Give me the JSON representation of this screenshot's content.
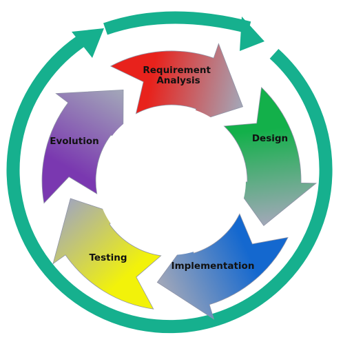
{
  "diagram": {
    "type": "cycle",
    "stages": [
      {
        "label_lines": [
          "Requirement",
          "Analysis"
        ],
        "color": "#e8221c"
      },
      {
        "label_lines": [
          "Design"
        ],
        "color": "#13b04a"
      },
      {
        "label_lines": [
          "Implementation"
        ],
        "color": "#1468cf"
      },
      {
        "label_lines": [
          "Testing"
        ],
        "color": "#f2f20a"
      },
      {
        "label_lines": [
          "Evolution"
        ],
        "color": "#7a38b0"
      }
    ],
    "outer_cycle_color": "#16b08e"
  }
}
